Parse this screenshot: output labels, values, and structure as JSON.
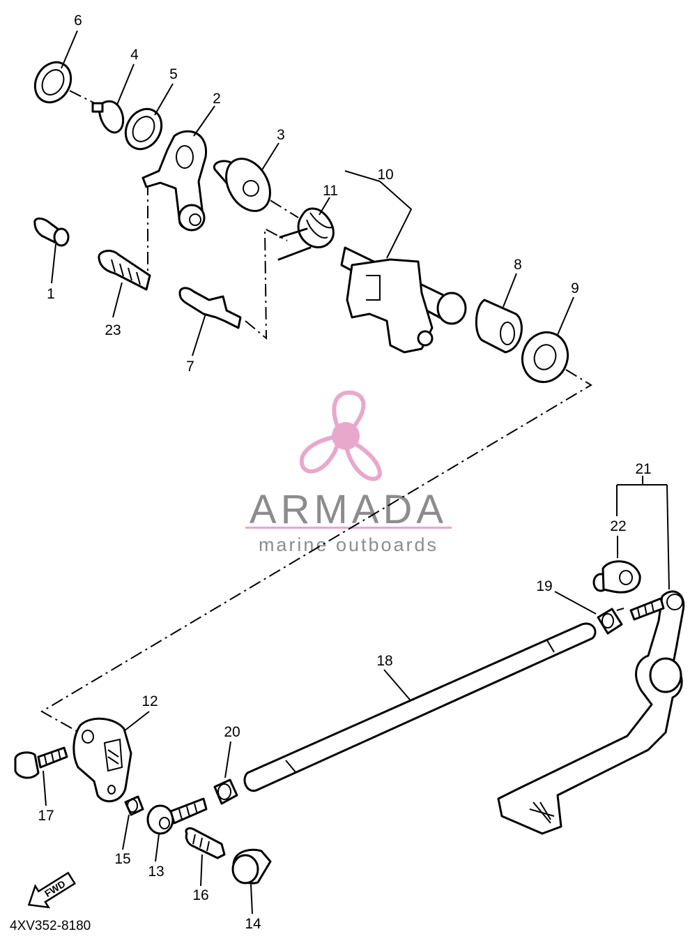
{
  "diagram_code": "4XV352-8180",
  "fwd_label": "FWD",
  "watermark": {
    "brand": "ARMADA",
    "tagline": "marine outboards",
    "icon": "propeller-icon",
    "brand_color": "#8c8c8c",
    "icon_color": "#e8a8cc"
  },
  "callouts": [
    "1",
    "2",
    "3",
    "4",
    "5",
    "6",
    "7",
    "8",
    "9",
    "10",
    "11",
    "12",
    "13",
    "14",
    "15",
    "16",
    "17",
    "18",
    "19",
    "20",
    "21",
    "22",
    "23"
  ]
}
